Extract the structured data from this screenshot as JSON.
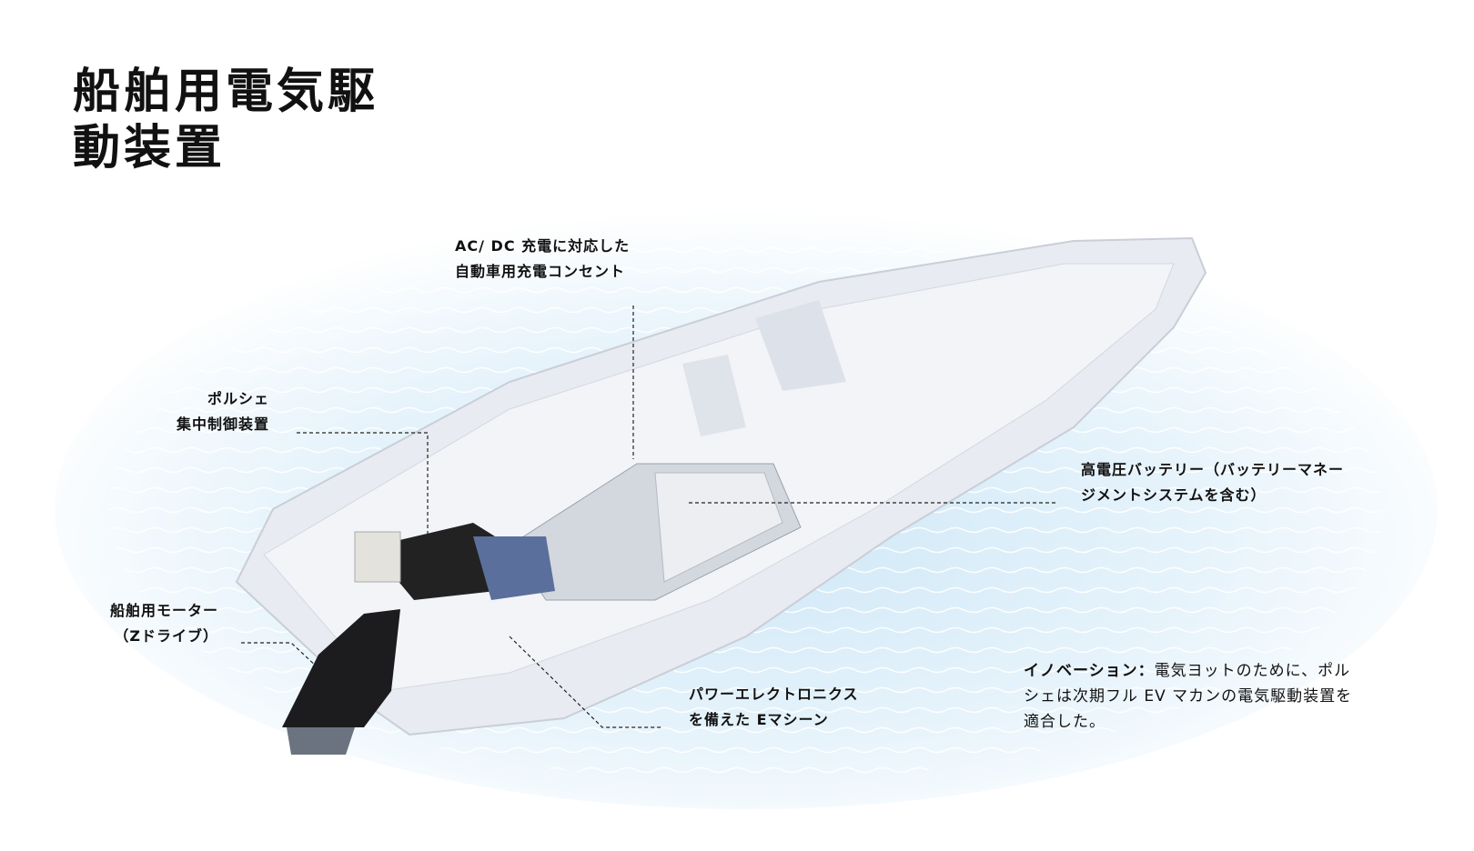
{
  "title": {
    "line1": "船舶用電気駆",
    "line2": "動装置"
  },
  "labels": {
    "charging": {
      "line1": "AC/ DC 充電に対応した",
      "line2": "自動車用充電コンセント"
    },
    "control": {
      "line1": "ポルシェ",
      "line2": "集中制御装置"
    },
    "battery": {
      "line1": "高電圧バッテリー（バッテリーマネー",
      "line2": "ジメントシステムを含む）"
    },
    "motor": {
      "line1": "船舶用モーター",
      "line2": "（Zドライブ）"
    },
    "emachine": {
      "line1": "パワーエレクトロニクス",
      "line2": "を備えた Eマシーン"
    }
  },
  "caption": {
    "lead": "イノベーション：",
    "line1": "電気ヨットのために、ポル",
    "line2": "シェは次期フル EV マカンの電気駆動装置を",
    "line3": "適合した。"
  },
  "colors": {
    "water": "#dff0fa",
    "hull": "#e9ecf2",
    "ink": "#111111"
  }
}
